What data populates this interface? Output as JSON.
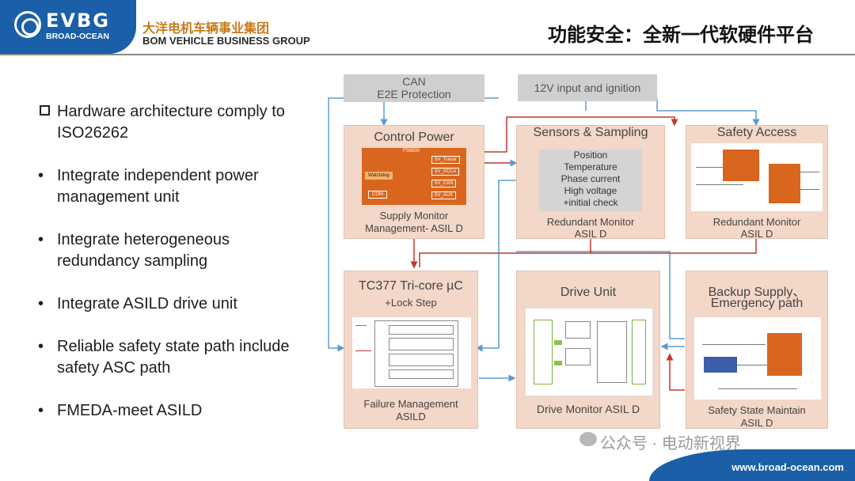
{
  "header": {
    "logo_main": "EVBG",
    "logo_sub": "BROAD-OCEAN",
    "company_cn": "大洋电机车辆事业集团",
    "company_en": "BOM VEHICLE BUSINESS GROUP",
    "title": "功能安全：全新一代软硬件平台"
  },
  "bullets": [
    {
      "text": "Hardware architecture comply to ISO26262",
      "marker": "box"
    },
    {
      "text": "Integrate independent power management unit",
      "marker": "dot"
    },
    {
      "text": "Integrate heterogeneous redundancy sampling",
      "marker": "dot"
    },
    {
      "text": "Integrate ASILD drive unit",
      "marker": "dot"
    },
    {
      "text": "Reliable safety state path include safety ASC path",
      "marker": "dot"
    },
    {
      "text": "FMEDA-meet ASILD",
      "marker": "dot"
    }
  ],
  "bullet_mark": "•",
  "diagram": {
    "can_line1": "CAN",
    "can_line2": "E2E Protection",
    "power_input": "12V input and ignition",
    "control_power": {
      "title": "Control Power",
      "chip": "FS6500",
      "watchdog": "Watchdog",
      "com": "COM",
      "rails": [
        "5V_Tracer",
        "5V_VCCA",
        "5V_CAN",
        "5V_AUX"
      ],
      "sub1": "Supply Monitor",
      "sub2": "Management- ASIL D"
    },
    "sensors": {
      "title": "Sensors & Sampling",
      "items": [
        "Position",
        "Temperature",
        "Phase current",
        "High voltage",
        "+initial check"
      ],
      "sub1": "Redundant Monitor",
      "sub2": "ASIL D"
    },
    "safety_access": {
      "title": "Safety Access",
      "sub1": "Redundant Monitor",
      "sub2": "ASIL D"
    },
    "tc377": {
      "title": "TC377 Tri-core µC",
      "subtitle": "+Lock Step",
      "sub1": "Failure Management",
      "sub2": "ASILD"
    },
    "drive_unit": {
      "title": "Drive Unit",
      "sub1": "Drive Monitor ASIL D"
    },
    "backup": {
      "title1": "Backup Supply、",
      "title2": "Emergency path",
      "sub1": "Safety State Maintain",
      "sub2": "ASIL D"
    }
  },
  "watermark": "公众号 · 电动新视界",
  "footer_url": "www.broad-ocean.com",
  "colors": {
    "brand_blue": "#1a5fa8",
    "block_fill": "#f3d7c8",
    "chip_orange": "#d9661e",
    "arrow_red": "#c0392b",
    "arrow_blue": "#5b9bd5"
  }
}
